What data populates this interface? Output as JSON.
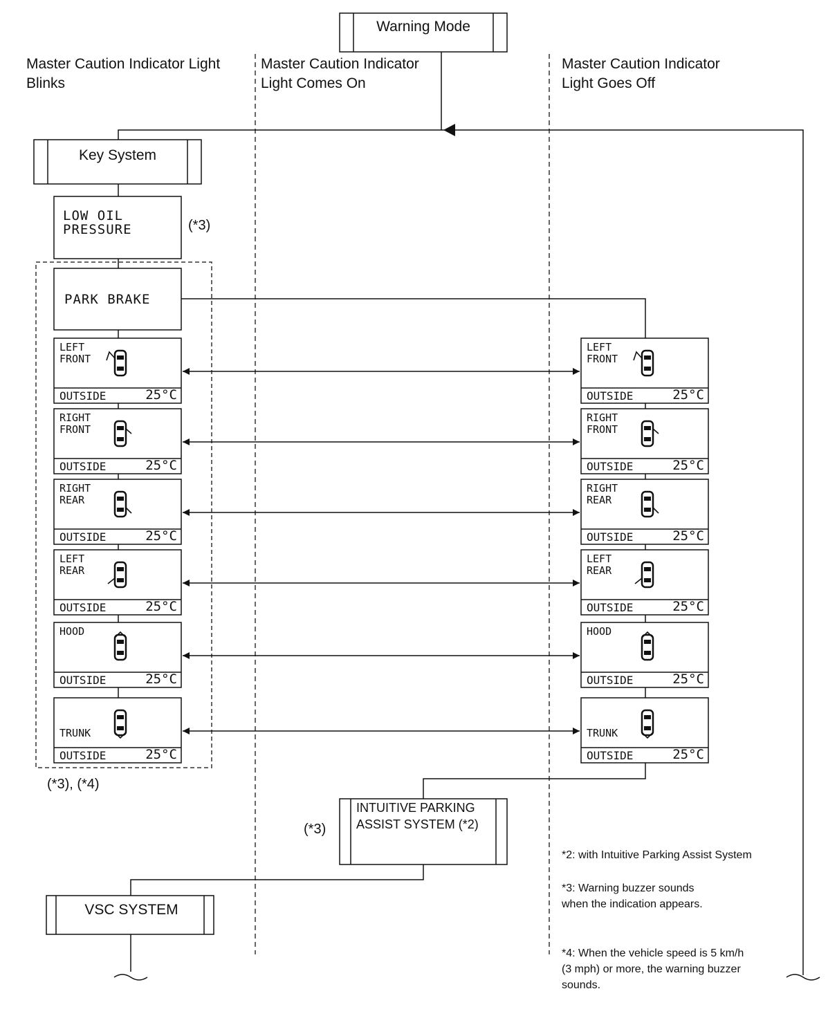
{
  "columns": {
    "blinks": [
      "Master Caution Indicator Light",
      "Blinks"
    ],
    "comes_on": [
      "Master Caution Indicator",
      "Light Comes On"
    ],
    "goes_off": [
      "Master Caution Indicator",
      "Light Goes Off"
    ]
  },
  "warning_mode": "Warning Mode",
  "key_system": "Key System",
  "low_oil": [
    "LOW  OIL",
    "PRESSURE"
  ],
  "note_star3": "(*3)",
  "park_brake": "PARK  BRAKE",
  "group_note": "(*3), (*4)",
  "panels": [
    {
      "label": [
        "LEFT",
        "FRONT"
      ],
      "outside": "OUTSIDE",
      "temp": "25°C"
    },
    {
      "label": [
        "RIGHT",
        "FRONT"
      ],
      "outside": "OUTSIDE",
      "temp": "25°C"
    },
    {
      "label": [
        "RIGHT",
        "REAR"
      ],
      "outside": "OUTSIDE",
      "temp": "25°C"
    },
    {
      "label": [
        "LEFT",
        "REAR"
      ],
      "outside": "OUTSIDE",
      "temp": "25°C"
    },
    {
      "label": [
        "HOOD"
      ],
      "outside": "OUTSIDE",
      "temp": "25°C"
    },
    {
      "label": [
        "TRUNK"
      ],
      "outside": "OUTSIDE",
      "temp": "25°C"
    }
  ],
  "ipas": [
    "INTUITIVE PARKING",
    "ASSIST SYSTEM (*2)"
  ],
  "ipas_note": "(*3)",
  "vsc": "VSC SYSTEM",
  "footnotes": {
    "n2": [
      "*2: with Intuitive Parking Assist System"
    ],
    "n3": [
      "*3: Warning buzzer sounds",
      "when the indication appears."
    ],
    "n4": [
      "*4: When the vehicle speed is 5 km/h",
      "(3 mph) or more, the warning buzzer",
      "sounds."
    ]
  }
}
